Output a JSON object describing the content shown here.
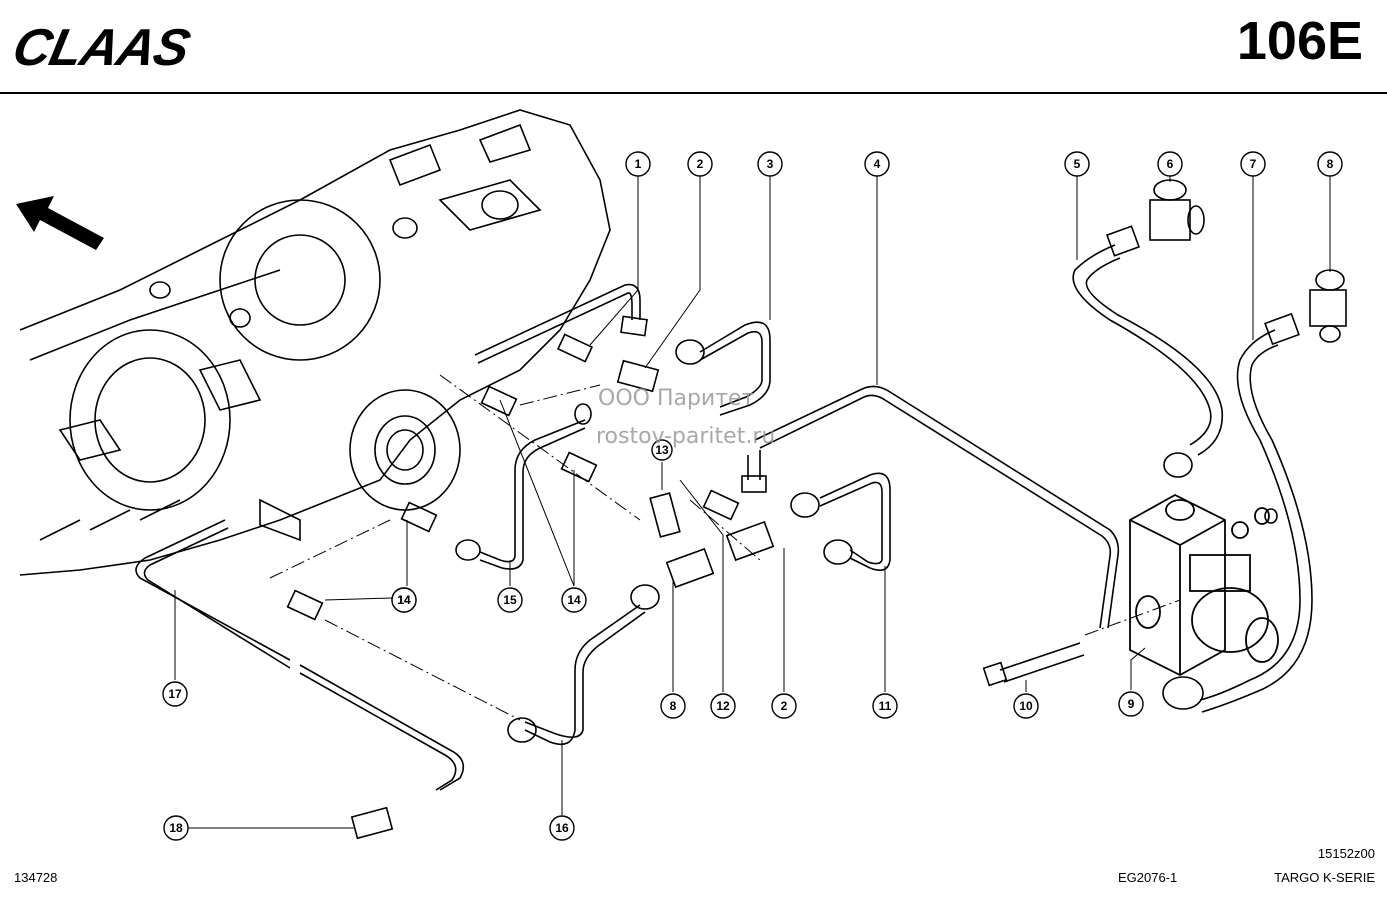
{
  "header": {
    "brand_logo": "CLAAS",
    "page_code": "106E"
  },
  "footer": {
    "image_number": "134728",
    "drawing_code": "15152z00",
    "assembly_code": "EG2076-1",
    "series": "TARGO K-SERIE"
  },
  "watermark": {
    "line1": "ООО Паритет",
    "line2": "rostov-paritet.ru"
  },
  "callouts": [
    "1",
    "2",
    "3",
    "4",
    "5",
    "6",
    "7",
    "8",
    "14",
    "15",
    "14",
    "17",
    "14",
    "16",
    "18",
    "8",
    "12",
    "2",
    "11",
    "10",
    "9",
    "13"
  ]
}
